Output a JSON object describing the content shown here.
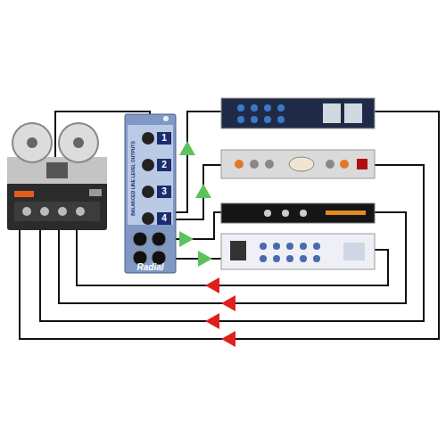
{
  "diagram": {
    "nodes": [
      {
        "text": [
          "Radial"
        ]
      }
    ],
    "labels": [
      "1",
      "2",
      "3",
      "4",
      "BALANCED LINE LEVEL OUTPUTS"
    ]
  }
}
